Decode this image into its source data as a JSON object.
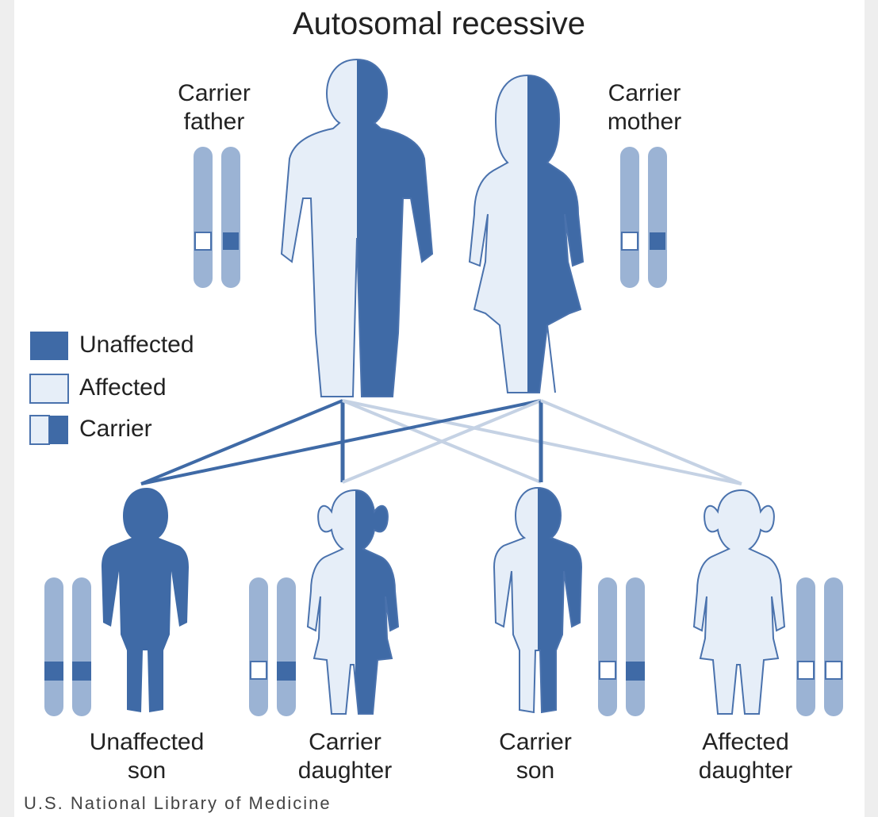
{
  "title": "Autosomal recessive",
  "parents": {
    "father": {
      "label_line1": "Carrier",
      "label_line2": "father"
    },
    "mother": {
      "label_line1": "Carrier",
      "label_line2": "mother"
    }
  },
  "legend": [
    {
      "label": "Unaffected",
      "swatch": "full"
    },
    {
      "label": "Affected",
      "swatch": "light"
    },
    {
      "label": "Carrier",
      "swatch": "half"
    }
  ],
  "children": [
    {
      "label_line1": "Unaffected",
      "label_line2": "son"
    },
    {
      "label_line1": "Carrier",
      "label_line2": "daughter"
    },
    {
      "label_line1": "Carrier",
      "label_line2": "son"
    },
    {
      "label_line1": "Affected",
      "label_line2": "daughter"
    }
  ],
  "credit": "U.S. National Library of Medicine",
  "colors": {
    "dark": "#3f6aa6",
    "light": "#e6eef8",
    "chromosome": "#9bb3d4",
    "outline": "#4a72ad",
    "faint_line": "#c5d2e4"
  }
}
